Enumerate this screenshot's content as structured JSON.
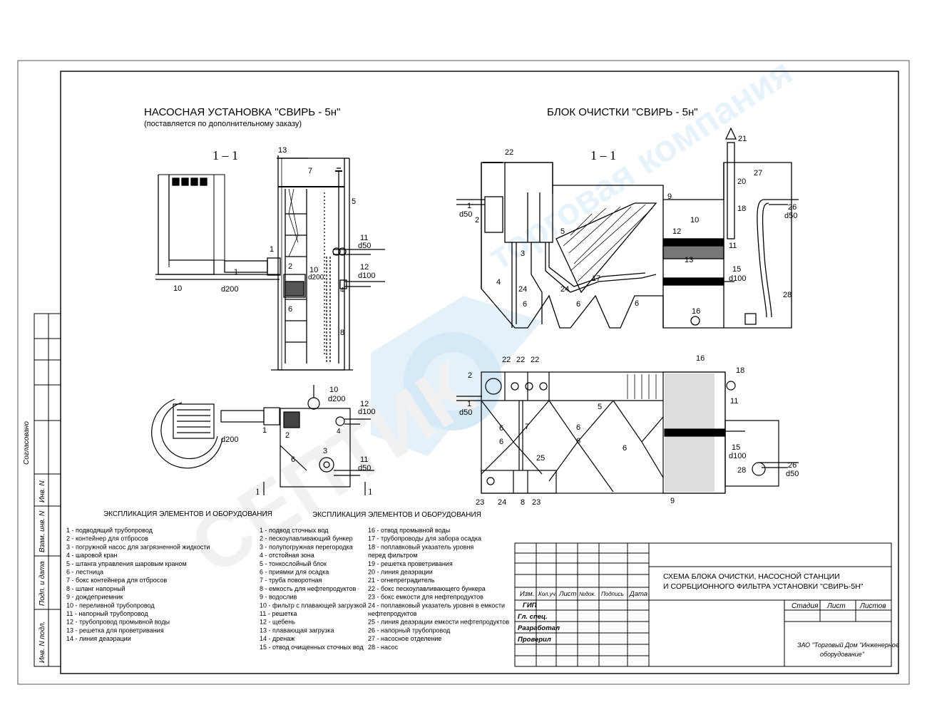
{
  "pump": {
    "title": "НАСОСНАЯ УСТАНОВКА  \"СВИРЬ - 5н\"",
    "subtitle": "(поставляется по дополнительному заказу)",
    "section": "1 – 1",
    "labels": {
      "l1": "1",
      "l1b": "1",
      "l1c": "1",
      "l2": "2",
      "l2b": "2",
      "l3": "3",
      "l4": "4",
      "l4b": "4",
      "l5": "5",
      "l6": "6",
      "l6b": "6",
      "l7": "7",
      "l8": "8",
      "l10": "10",
      "l10b": "10",
      "l10c": "10",
      "l11": "11",
      "l11b": "11",
      "l12": "12",
      "l12b": "12",
      "l13": "13",
      "d50": "d50",
      "d50b": "d50",
      "d100": "d100",
      "d100b": "d100",
      "d200": "d200",
      "d200b": "d200",
      "d200c": "d200",
      "d200d": "d200",
      "cut1": "1",
      "cut2": "1"
    },
    "explication_title": "ЭКСПЛИКАЦИЯ ЭЛЕМЕНТОВ И ОБОРУДОВАНИЯ",
    "explication": [
      "1 - подводящий трубопровод",
      "2 - контейнер для отбросов",
      "3 - погружной насос для загрязненной жидкости",
      "4 - шаровой кран",
      "5 - штанга управления шаровым краном",
      "6 - лестница",
      "7 - бокс контейнера для отбросов",
      "8 - шланг напорный",
      "9 - дождеприемник",
      "10 - переливной трубопровод",
      "11 - напорный трубопровод",
      "12 - трубопровод промывной воды",
      "13 - решетка для  проветривания",
      "14 - линия деаэрации"
    ]
  },
  "block": {
    "title": "БЛОК ОЧИСТКИ \"СВИРЬ - 5н\"",
    "section": "1 – 1",
    "labels": {
      "a1": "1",
      "a2": "2",
      "a3": "3",
      "a4": "4",
      "a5": "5",
      "a6a": "6",
      "a6b": "6",
      "a6c": "6",
      "a9": "9",
      "a10": "10",
      "a11": "11",
      "a12": "12",
      "a13": "13",
      "a15": "15",
      "a16": "16",
      "a17": "17",
      "a18": "18",
      "a20": "20",
      "a21": "21",
      "a22": "22",
      "a24a": "24",
      "a24b": "24",
      "a26": "26",
      "a27": "27",
      "a28": "28",
      "ad50": "d50",
      "ad50b": "d50",
      "ad100": "d100",
      "b1": "1",
      "b2": "2",
      "b5": "5",
      "b6a": "6",
      "b6b": "6",
      "b6c": "6",
      "b6d": "6",
      "b6e": "6",
      "b7": "7",
      "b8": "8",
      "b9": "9",
      "b11": "11",
      "b15": "15",
      "b16": "16",
      "b18": "18",
      "b22a": "22",
      "b22b": "22",
      "b22c": "22",
      "b23a": "23",
      "b23b": "23",
      "b24": "24",
      "b25": "25",
      "b26": "26",
      "b28": "28",
      "bd50": "d50",
      "bd50b": "d50",
      "bd100": "d100"
    },
    "explication_title": "ЭКСПЛИКАЦИЯ ЭЛЕМЕНТОВ И ОБОРУДОВАНИЯ",
    "explication_col1": [
      "1 - подвод сточных вод",
      "2 - пескоулавливающий бункер",
      "3 - полупогружная перегородка",
      "4 - отстойная зона",
      "5 - тонкослойный блок",
      "6 - приямки для осадка",
      "7 - труба поворотная",
      "8 - емкость для нефтепродуктов",
      "9 - водослив",
      "10 - фильтр с плавающей загрузкой",
      "11 - решетка",
      "12 - щебень",
      "13 - плавающая загрузка",
      "14 - дренаж",
      "15 - отвод очищенных сточных вод"
    ],
    "explication_col2": [
      "16 - отвод промывной воды",
      "17 - трубопроводы для забора осадка",
      "18 - поплавковый указатель уровня",
      "   перед фильтром",
      "19 - решетка проветривания",
      "20 - линия деаэрации",
      "21 - огнепреградитель",
      "22 - бокс пескоулавливающего бункера",
      "23 - бокс емкости для нефтепродуктов",
      "24 - поплавковый указатель уровня в емкости",
      "   нефтепродуктов",
      "25 - линия деаэрации емкости нефтепродуктов",
      "26 - напорный трубопровод",
      "27 - насосное отделение",
      "28 - насос"
    ]
  },
  "title_block": {
    "columns": [
      "Изм.",
      "Кол.уч.",
      "Лист",
      "№док.",
      "Подпись",
      "Дата"
    ],
    "roles": [
      "ГИП",
      "Гл. спец.",
      "Разработал",
      "Проверил"
    ],
    "drawing_title_1": "СХЕМА БЛОКА ОЧИСТКИ, НАСОСНОЙ СТАНЦИИ",
    "drawing_title_2": "И СОРБЦИОННОГО ФИЛЬТРА УСТАНОВКИ \"СВИРЬ-5Н\"",
    "stage": "Стадия",
    "sheet": "Лист",
    "sheets": "Листов",
    "company_1": "ЗАО \"Торговый Дом \"Инженерное",
    "company_2": "оборудование\""
  },
  "side_stamp": {
    "agreed": "Согласовано",
    "inv_copy": "Взам. инв. N",
    "sign_date": "Подп. и дата",
    "inv_orig": "Инв. N подл.",
    "inv_num": "Инв. N"
  },
  "watermark": {
    "brand": "СЕПТИК",
    "text": "торговая компания"
  }
}
